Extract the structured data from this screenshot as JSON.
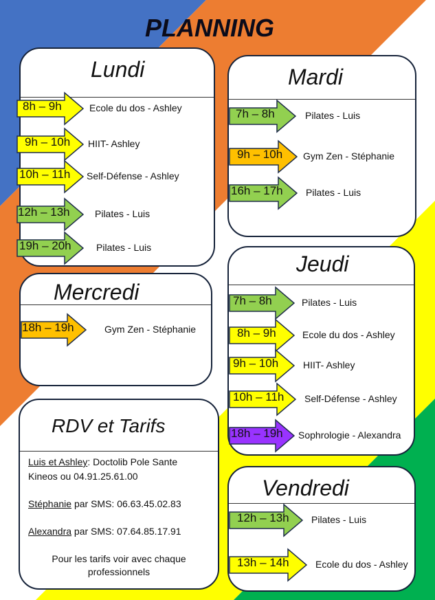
{
  "title": "PLANNING",
  "colors": {
    "blue": "#4472c4",
    "orange": "#ed7d31",
    "yellow": "#ffff00",
    "green": "#00b050",
    "slot_yellow": "#ffff00",
    "slot_green": "#92d050",
    "slot_orange": "#ffc000",
    "slot_purple": "#9933ff"
  },
  "days": {
    "lundi": {
      "name": "Lundi",
      "slots": [
        {
          "time": "8h – 9h",
          "activity": "Ecole du dos - Ashley",
          "color": "#ffff00"
        },
        {
          "time": "9h – 10h",
          "activity": "HIIT- Ashley",
          "color": "#ffff00"
        },
        {
          "time": "10h – 11h",
          "activity": "Self-Défense - Ashley",
          "color": "#ffff00"
        },
        {
          "time": "12h – 13h",
          "activity": "Pilates - Luis",
          "color": "#92d050"
        },
        {
          "time": "19h – 20h",
          "activity": "Pilates - Luis",
          "color": "#92d050"
        }
      ]
    },
    "mardi": {
      "name": "Mardi",
      "slots": [
        {
          "time": "7h – 8h",
          "activity": "Pilates - Luis",
          "color": "#92d050"
        },
        {
          "time": "9h – 10h",
          "activity": "Gym Zen - Stéphanie",
          "color": "#ffc000"
        },
        {
          "time": "16h – 17h",
          "activity": "Pilates - Luis",
          "color": "#92d050"
        }
      ]
    },
    "mercredi": {
      "name": "Mercredi",
      "slots": [
        {
          "time": "18h – 19h",
          "activity": "Gym Zen - Stéphanie",
          "color": "#ffc000"
        }
      ]
    },
    "jeudi": {
      "name": "Jeudi",
      "slots": [
        {
          "time": "7h – 8h",
          "activity": "Pilates - Luis",
          "color": "#92d050"
        },
        {
          "time": "8h – 9h",
          "activity": "Ecole du dos - Ashley",
          "color": "#ffff00"
        },
        {
          "time": "9h – 10h",
          "activity": "HIIT- Ashley",
          "color": "#ffff00"
        },
        {
          "time": "10h – 11h",
          "activity": "Self-Défense - Ashley",
          "color": "#ffff00"
        },
        {
          "time": "18h – 19h",
          "activity": "Sophrologie - Alexandra",
          "color": "#9933ff"
        }
      ]
    },
    "vendredi": {
      "name": "Vendredi",
      "slots": [
        {
          "time": "12h – 13h",
          "activity": "Pilates - Luis",
          "color": "#92d050"
        },
        {
          "time": "13h – 14h",
          "activity": "Ecole du dos - Ashley",
          "color": "#ffff00"
        }
      ]
    }
  },
  "rdv": {
    "title": "RDV et Tarifs",
    "luis_name": "Luis et Ashley",
    "luis_line1": ": Doctolib Pole Sante",
    "luis_line2": "Kineos ou 04.91.25.61.00",
    "stephanie_name": "Stéphanie",
    "stephanie_text": " par SMS: 06.63.45.02.83",
    "alexandra_name": "Alexandra",
    "alexandra_text": " par SMS: 07.64.85.17.91",
    "note_line1": "Pour les tarifs voir avec chaque",
    "note_line2": "professionnels"
  }
}
